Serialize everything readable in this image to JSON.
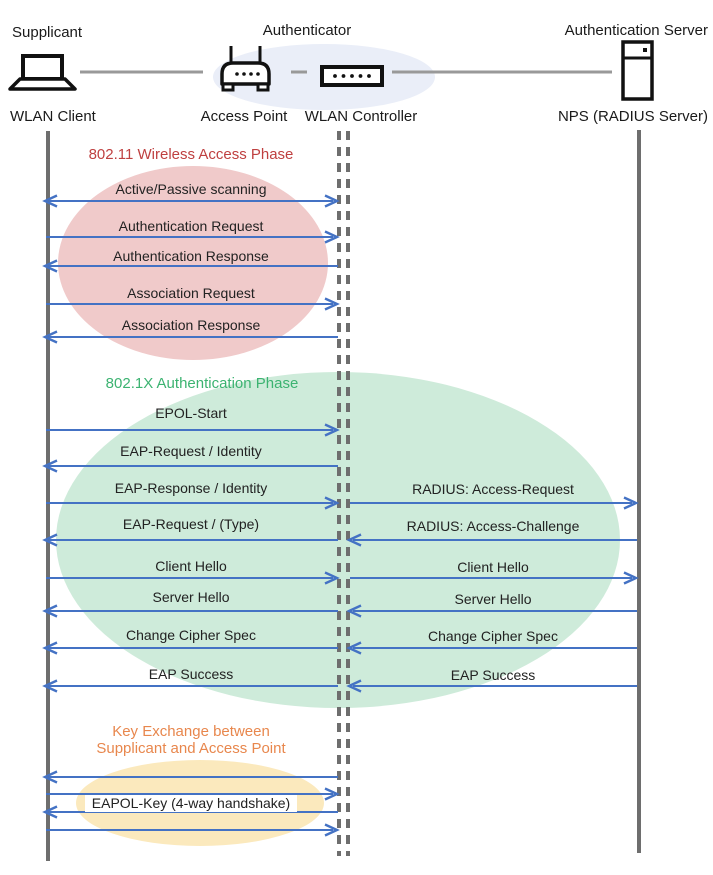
{
  "roles": {
    "supplicant": "Supplicant",
    "authenticator": "Authenticator",
    "auth_server": "Authentication Server"
  },
  "actors": {
    "wlan_client": "WLAN Client",
    "access_point": "Access Point",
    "wlan_controller": "WLAN Controller",
    "nps": "NPS (RADIUS Server)"
  },
  "colors": {
    "arrow_blue": "#4472C4",
    "lifeline_gray": "#6E6E6E",
    "connector_gray": "#999999",
    "phase1_title": "#BF4040",
    "phase1_fill": "#F0CACA",
    "phase2_title": "#3CB371",
    "phase2_fill": "#CEEBDA",
    "phase3_title": "#E8874D",
    "phase3_fill": "#FBE9BD",
    "authenticator_fill": "#EAEEF8"
  },
  "phases": [
    {
      "title": "802.11 Wireless Access Phase",
      "messages": [
        {
          "label": "Active/Passive scanning",
          "direction": "both"
        },
        {
          "label": "Authentication Request",
          "direction": "right"
        },
        {
          "label": "Authentication Response",
          "direction": "left"
        },
        {
          "label": "Association Request",
          "direction": "right"
        },
        {
          "label": "Association Response",
          "direction": "left"
        }
      ]
    },
    {
      "title": "802.1X Authentication Phase",
      "rows": [
        {
          "left": {
            "label": "EPOL-Start",
            "direction": "right"
          }
        },
        {
          "left": {
            "label": "EAP-Request / Identity",
            "direction": "left"
          }
        },
        {
          "left": {
            "label": "EAP-Response / Identity",
            "direction": "right"
          },
          "right": {
            "label": "RADIUS: Access-Request",
            "direction": "right"
          }
        },
        {
          "left": {
            "label": "EAP-Request / (Type)",
            "direction": "left"
          },
          "right": {
            "label": "RADIUS: Access-Challenge",
            "direction": "left"
          }
        },
        {
          "left": {
            "label": "Client Hello",
            "direction": "right"
          },
          "right": {
            "label": "Client Hello",
            "direction": "right"
          }
        },
        {
          "left": {
            "label": "Server Hello",
            "direction": "left"
          },
          "right": {
            "label": "Server Hello",
            "direction": "left"
          }
        },
        {
          "left": {
            "label": "Change Cipher Spec",
            "direction": "left"
          },
          "right": {
            "label": "Change Cipher Spec",
            "direction": "left"
          }
        },
        {
          "left": {
            "label": "EAP Success",
            "direction": "left"
          },
          "right": {
            "label": "EAP Success",
            "direction": "left"
          }
        }
      ]
    },
    {
      "title_line1": "Key Exchange between",
      "title_line2": "Supplicant and Access Point",
      "messages": [
        {
          "label": "EAPOL-Key (4-way handshake)",
          "arrows": [
            "left",
            "right",
            "left",
            "right"
          ]
        }
      ]
    }
  ]
}
